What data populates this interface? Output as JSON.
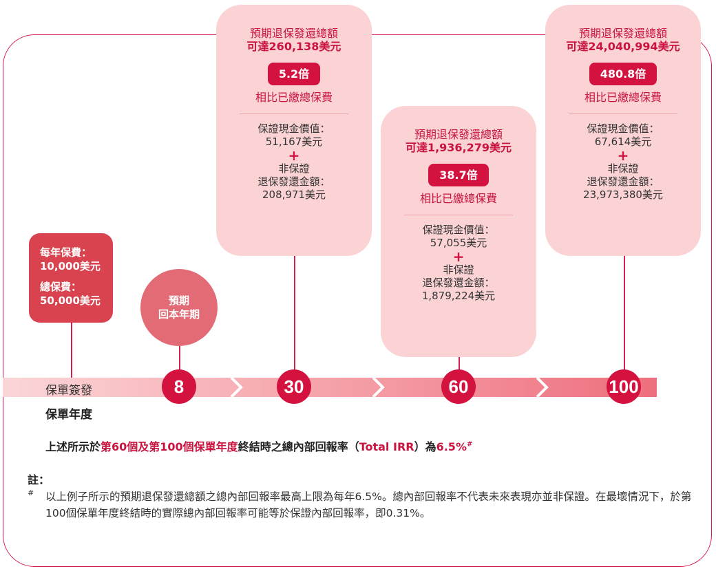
{
  "colors": {
    "accent": "#d3123f",
    "card_bg": "#fbd3d5",
    "premium_bg": "#d9434f",
    "payback_bg": "#e26b75"
  },
  "premium": {
    "annual_label": "每年保費：",
    "annual_value": "10,000美元",
    "total_label": "總保費：",
    "total_value": "50,000美元"
  },
  "payback": {
    "line1": "預期",
    "line2": "回本年期"
  },
  "timeline": {
    "issue_label": "保單簽發",
    "year_label": "保單年度",
    "nodes": [
      "8",
      "30",
      "60",
      "100"
    ]
  },
  "cards": [
    {
      "title": "預期退保發還總額",
      "amount": "可達260,138美元",
      "multiple": "5.2倍",
      "compare": "相比已繳總保費",
      "guaranteed_label": "保證現金價值：",
      "guaranteed_value": "51,167美元",
      "plus": "+",
      "non_guaranteed_line1": "非保證",
      "non_guaranteed_line2": "退保發還金額：",
      "non_guaranteed_value": "208,971美元"
    },
    {
      "title": "預期退保發還總額",
      "amount": "可達1,936,279美元",
      "multiple": "38.7倍",
      "compare": "相比已繳總保費",
      "guaranteed_label": "保證現金價值：",
      "guaranteed_value": "57,055美元",
      "plus": "+",
      "non_guaranteed_line1": "非保證",
      "non_guaranteed_line2": "退保發還金額：",
      "non_guaranteed_value": "1,879,224美元"
    },
    {
      "title": "預期退保發還總額",
      "amount": "可達24,040,994美元",
      "multiple": "480.8倍",
      "compare": "相比已繳總保費",
      "guaranteed_label": "保證現金價值：",
      "guaranteed_value": "67,614美元",
      "plus": "+",
      "non_guaranteed_line1": "非保證",
      "non_guaranteed_line2": "退保發還金額：",
      "non_guaranteed_value": "23,973,380美元"
    }
  ],
  "irr": {
    "part1": "上述所示於",
    "part2": "第60個及第100個保單年度",
    "part3": "終結時之總內部回報率（",
    "part4": "Total IRR",
    "part5": "）為",
    "part6": "6.5%",
    "mark": "#"
  },
  "notes": {
    "title": "註：",
    "mark": "#",
    "text": "以上例子所示的預期退保發還總額之總內部回報率最高上限為每年6.5%。總內部回報率不代表未來表現亦並非保證。在最壞情況下，於第100個保單年度終結時的實際總內部回報率可能等於保證內部回報率，即0.31%。"
  }
}
